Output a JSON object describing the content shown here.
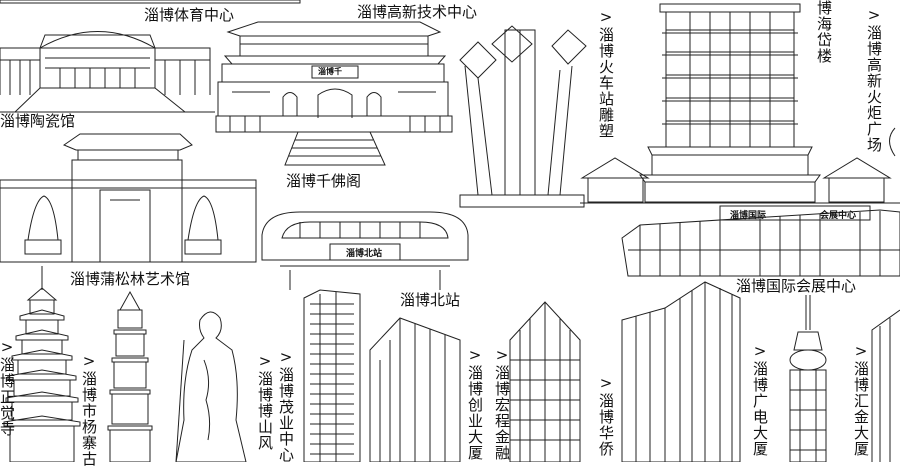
{
  "labels": {
    "tiyu": "淄博体育中心",
    "gaoxin": "淄博高新技术中心",
    "taoci": "淄博陶瓷馆",
    "qianfo": "淄博千佛阁",
    "pusongling": "淄博蒲松林艺术馆",
    "beizhan": "淄博北站",
    "guoji": "淄博国际会展中心",
    "huoche": ">淄博火车站雕塑",
    "haidai": "博海岱楼",
    "huoju": ">淄博高新火炬广场",
    "zhengjue": ">淄博正觉寺",
    "yangzhai": ">淄博市杨寨古",
    "shanfeng": ">淄博博山风",
    "maoye": ">淄博茂业中心",
    "chuangye": ">淄博创业大厦",
    "hongcheng": ">淄博宏程金融",
    "huaqiao": ">淄博华侨",
    "guangdian": ">淄博广电大厦",
    "huijin": ">淄博汇金大厦"
  },
  "signs": {
    "qianfo_plaque": "淄博千",
    "beizhan_sign": "淄博北站",
    "guoji_sign_left": "淄博国际",
    "guoji_sign_right": "会展中心"
  }
}
